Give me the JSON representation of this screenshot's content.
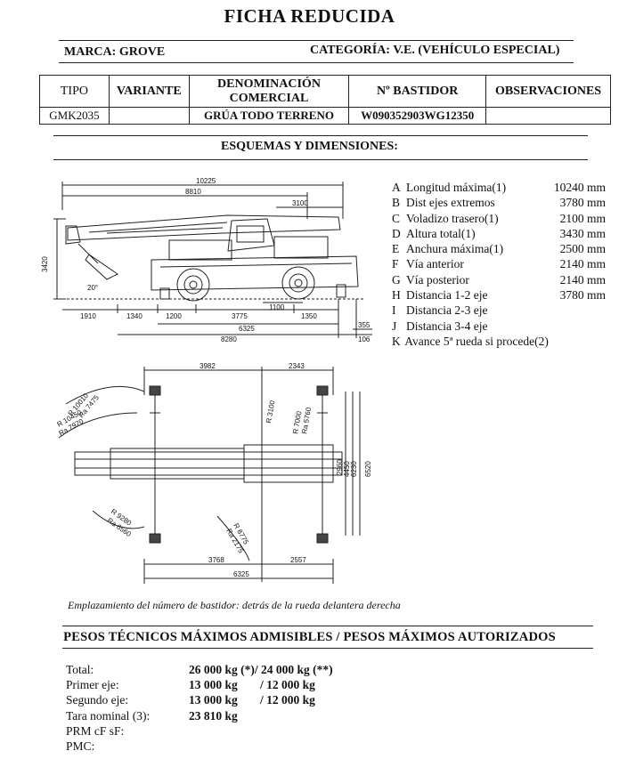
{
  "title": "FICHA REDUCIDA",
  "header": {
    "marca": "MARCA: GROVE",
    "categoria": "CATEGORÍA: V.E. (VEHÍCULO ESPECIAL)"
  },
  "vehicle_table": {
    "headers": [
      "TIPO",
      "VARIANTE",
      "DENOMINACIÓN COMERCIAL",
      "Nº BASTIDOR",
      "OBSERVACIONES"
    ],
    "row": [
      "GMK2035",
      "",
      "GRÚA TODO TERRENO",
      "W090352903WG12350",
      ""
    ]
  },
  "schemes_title": "ESQUEMAS Y DIMENSIONES:",
  "dimensions": [
    {
      "letter": "A",
      "label": "Longitud máxima(1)",
      "value": "10240 mm"
    },
    {
      "letter": "B",
      "label": "Dist ejes extremos",
      "value": "3780 mm"
    },
    {
      "letter": "C",
      "label": "Voladizo trasero(1)",
      "value": "2100 mm"
    },
    {
      "letter": "D",
      "label": "Altura total(1)",
      "value": "3430 mm"
    },
    {
      "letter": "E",
      "label": "Anchura máxima(1)",
      "value": "2500 mm"
    },
    {
      "letter": "F",
      "label": "Vía anterior",
      "value": "2140 mm"
    },
    {
      "letter": "G",
      "label": "Vía posterior",
      "value": "2140 mm"
    },
    {
      "letter": "H",
      "label": "Distancia 1-2 eje",
      "value": "3780 mm"
    },
    {
      "letter": "I",
      "label": "Distancia 2-3 eje",
      "value": ""
    },
    {
      "letter": "J",
      "label": "Distancia 3-4 eje",
      "value": ""
    },
    {
      "letter": "K",
      "label": "Avance 5ª rueda si procede(2)",
      "value": ""
    }
  ],
  "side_view": {
    "top_dims": [
      "10225",
      "8810",
      "3100"
    ],
    "height_dim": "3420",
    "angle": "20°",
    "bottom_dims": [
      "1910",
      "1340",
      "1200",
      "3775",
      "1100",
      "1350",
      "6325",
      "8280",
      "355",
      "106"
    ]
  },
  "top_view": {
    "top_dims": [
      "3982",
      "2343"
    ],
    "radii": [
      "R 10010",
      "Ra 7475",
      "R 10450",
      "Ra 7970",
      "R 3100",
      "R 7000",
      "Ra 5760",
      "R 9280",
      "Ra 6560",
      "R 8775",
      "Ra 2175"
    ],
    "right_dims": [
      "2960",
      "4450",
      "6230",
      "6520"
    ],
    "bottom_dims": [
      "3768",
      "2557",
      "6325"
    ]
  },
  "caption": "Emplazamiento del número de bastidor: detrás de la rueda delantera derecha",
  "weights_title": "PESOS TÉCNICOS MÁXIMOS ADMISIBLES / PESOS MÁXIMOS AUTORIZADOS",
  "weights": [
    {
      "label": "Total:",
      "a": "26 000 kg (*)/ 24 000 kg (**)",
      "b": ""
    },
    {
      "label": "Primer eje:",
      "a": "13 000 kg",
      "b": "/ 12 000 kg"
    },
    {
      "label": "Segundo eje:",
      "a": "13 000 kg",
      "b": "/ 12 000 kg"
    },
    {
      "label": "Tara nominal (3):",
      "a": "23 810 kg",
      "b": ""
    },
    {
      "label": "PRM cF sF:",
      "a": "",
      "b": ""
    },
    {
      "label": "PMC:",
      "a": "",
      "b": ""
    }
  ]
}
